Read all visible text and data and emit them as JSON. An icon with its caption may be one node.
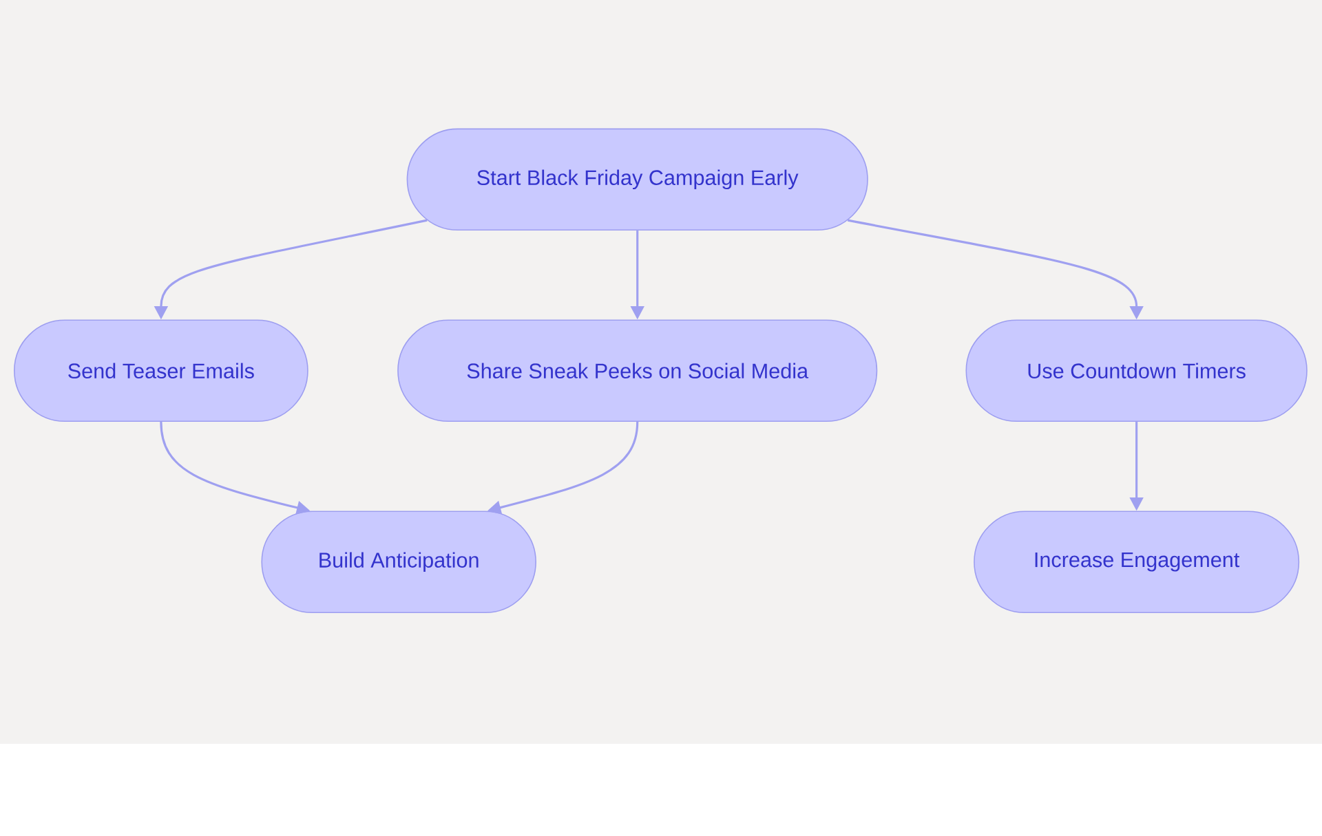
{
  "diagram": {
    "nodes": [
      {
        "text": [
          "Start Black Friday Campaign Early"
        ]
      },
      {
        "text": [
          "Send Teaser Emails"
        ]
      },
      {
        "text": [
          "Share Sneak Peeks on Social Media"
        ]
      },
      {
        "text": [
          "Use Countdown Timers"
        ]
      },
      {
        "text": [
          "Build Anticipation"
        ]
      },
      {
        "text": [
          "Increase Engagement"
        ]
      }
    ],
    "edges": [
      {
        "from": 0,
        "to": 1,
        "arrow": "to"
      },
      {
        "from": 0,
        "to": 2,
        "arrow": "to"
      },
      {
        "from": 0,
        "to": 3,
        "arrow": "to"
      },
      {
        "from": 1,
        "to": 4,
        "arrow": "to"
      },
      {
        "from": 2,
        "to": 4,
        "arrow": "to"
      },
      {
        "from": 3,
        "to": 5,
        "arrow": "to"
      }
    ]
  }
}
